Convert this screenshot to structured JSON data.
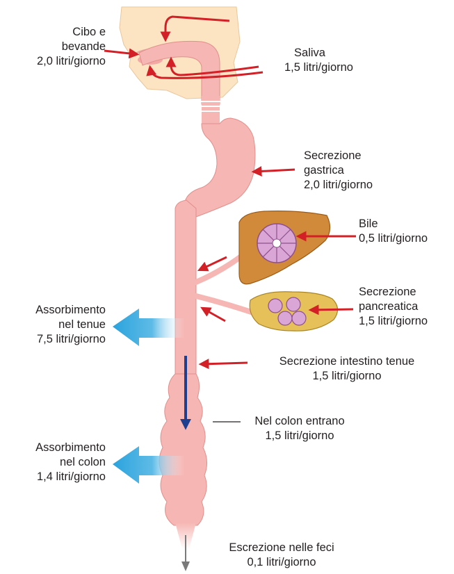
{
  "colors": {
    "tract": "#f6b6b3",
    "tract_edge": "#e08f8c",
    "face": "#fce4c3",
    "liver": "#d18a3a",
    "liver_edge": "#9b5a17",
    "gland": "#d9a6d6",
    "pancreas": "#e6c15a",
    "red_arrow": "#d32027",
    "blue_arrow": "#1e3f8f",
    "absorb_arrow": "#2aa3dd"
  },
  "labels": {
    "cibo": [
      "Cibo e",
      "bevande",
      "2,0 litri/giorno"
    ],
    "saliva": [
      "Saliva",
      "1,5 litri/giorno"
    ],
    "gastrica": [
      "Secrezione",
      "gastrica",
      "2,0 litri/giorno"
    ],
    "bile": [
      "Bile",
      "0,5 litri/giorno"
    ],
    "pancreatica": [
      "Secrezione",
      "pancreatica",
      "1,5 litri/giorno"
    ],
    "assorb_tenue": [
      "Assorbimento",
      "nel tenue",
      "7,5 litri/giorno"
    ],
    "intestino": [
      "Secrezione intestino tenue",
      "1,5 litri/giorno"
    ],
    "colon_entrano": [
      "Nel colon entrano",
      "1,5 litri/giorno"
    ],
    "assorb_colon": [
      "Assorbimento",
      "nel colon",
      "1,4 litri/giorno"
    ],
    "feci": [
      "Escrezione nelle feci",
      "0,1 litri/giorno"
    ]
  }
}
